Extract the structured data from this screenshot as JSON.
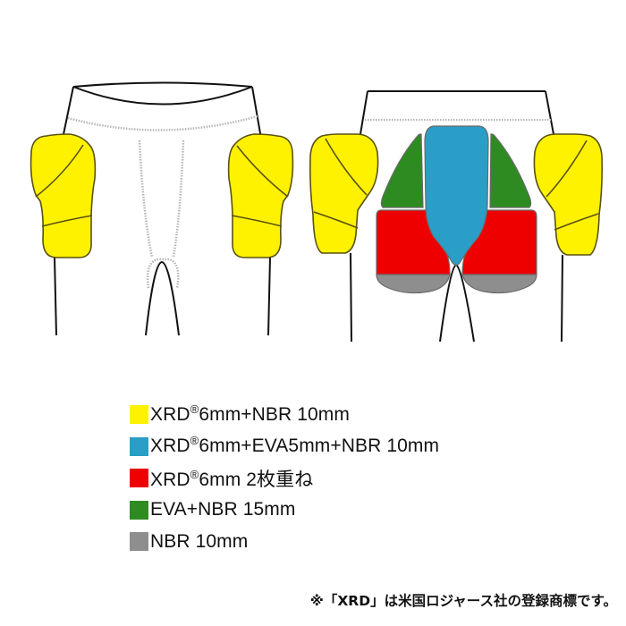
{
  "colors": {
    "xrd_nbr": "#fff200",
    "xrd_eva_nbr": "#2a9ec6",
    "xrd_double": "#ee0000",
    "eva_nbr": "#2e8b22",
    "nbr": "#8e8e8e",
    "outline": "#111111",
    "pad_outline": "#5a5210",
    "seam": "#b5b5b5"
  },
  "views": [
    {
      "name": "front",
      "label": ""
    },
    {
      "name": "back",
      "label": ""
    }
  ],
  "legend": {
    "items": [
      {
        "id": "xrd_nbr",
        "prefix": "XRD",
        "mark": "®",
        "text": "6mm+NBR 10mm",
        "color": "#fff200"
      },
      {
        "id": "xrd_eva_nbr",
        "prefix": "XRD",
        "mark": "®",
        "text": "6mm+EVA5mm+NBR 10mm",
        "color": "#2a9ec6"
      },
      {
        "id": "xrd_double",
        "prefix": "XRD",
        "mark": "®",
        "text": "6mm 2枚重ね",
        "color": "#ee0000"
      },
      {
        "id": "eva_nbr",
        "prefix": "",
        "mark": "",
        "text": "EVA+NBR 15mm",
        "color": "#2e8b22"
      },
      {
        "id": "nbr",
        "prefix": "",
        "mark": "",
        "text": "NBR 10mm",
        "color": "#8e8e8e"
      }
    ]
  },
  "footnote": "※「XRD」は米国ロジャース社の登録商標です。"
}
